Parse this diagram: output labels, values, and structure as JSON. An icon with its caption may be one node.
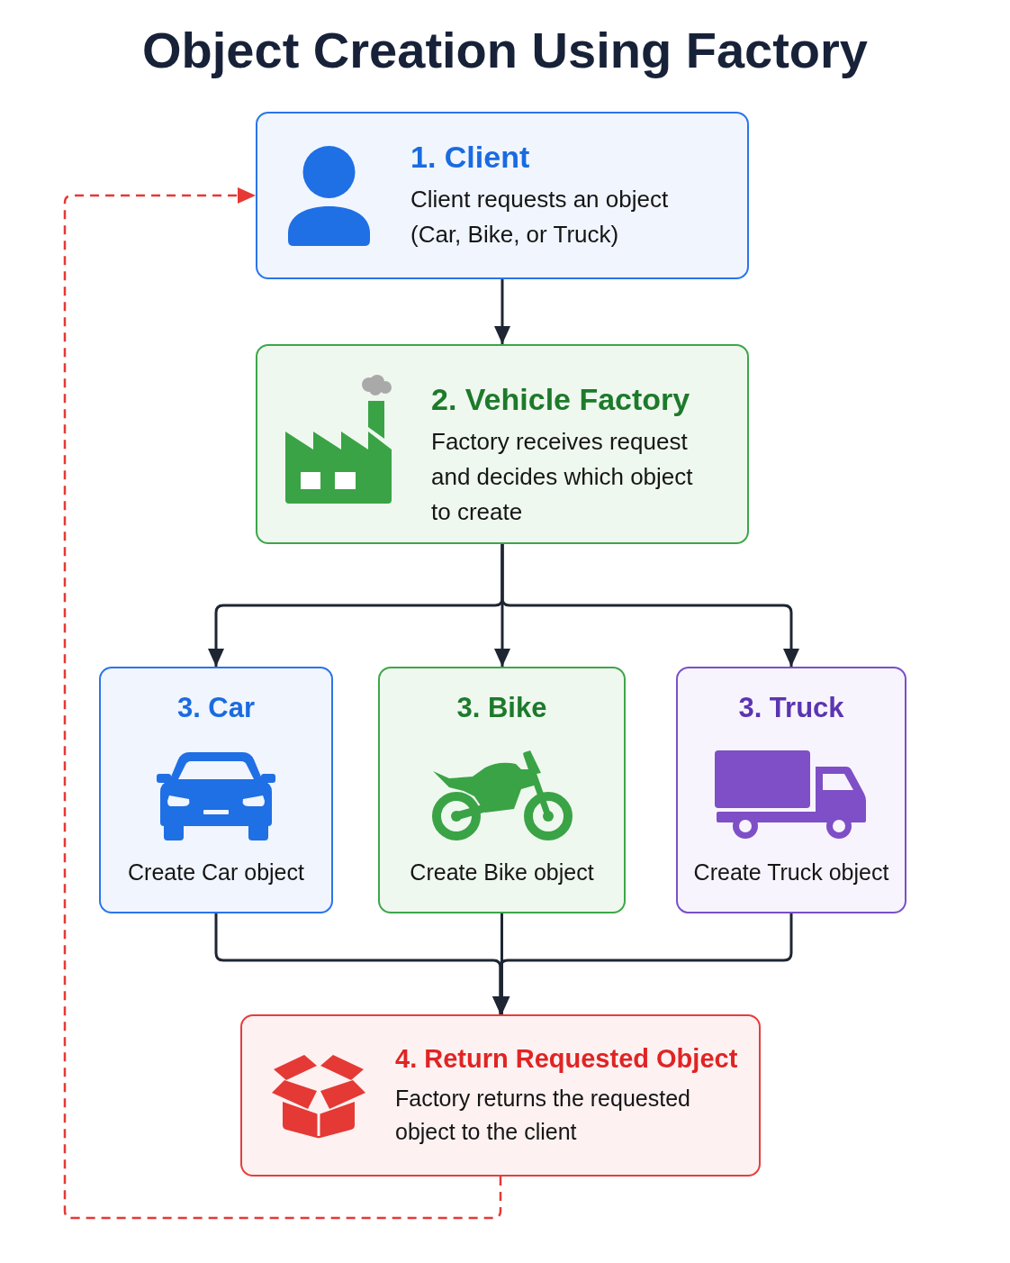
{
  "diagram": {
    "title": "Object Creation Using Factory",
    "nodes": [
      {
        "text": [
          "1. Client",
          "Client requests an object (Car, Bike, or Truck)"
        ]
      },
      {
        "text": [
          "2. Vehicle Factory",
          "Factory receives request and decides which object to create"
        ]
      },
      {
        "text": [
          "3. Car",
          "Create Car object"
        ]
      },
      {
        "text": [
          "3. Bike",
          "Create Bike object"
        ]
      },
      {
        "text": [
          "3. Truck",
          "Create Truck object"
        ]
      },
      {
        "text": [
          "4. Return Requested Object",
          "Factory returns the requested object to the client"
        ]
      }
    ],
    "edges": [
      {
        "from": 0,
        "to": 1,
        "arrow": "to"
      },
      {
        "from": 1,
        "to": 2,
        "arrow": "to"
      },
      {
        "from": 1,
        "to": 3,
        "arrow": "to"
      },
      {
        "from": 1,
        "to": 4,
        "arrow": "to"
      },
      {
        "from": 2,
        "to": 5,
        "arrow": "to"
      },
      {
        "from": 3,
        "to": 5,
        "arrow": "to"
      },
      {
        "from": 4,
        "to": 5,
        "arrow": "to"
      },
      {
        "from": 5,
        "to": 0,
        "arrow": "to",
        "style": "dashed",
        "color": "#e53935"
      }
    ]
  }
}
